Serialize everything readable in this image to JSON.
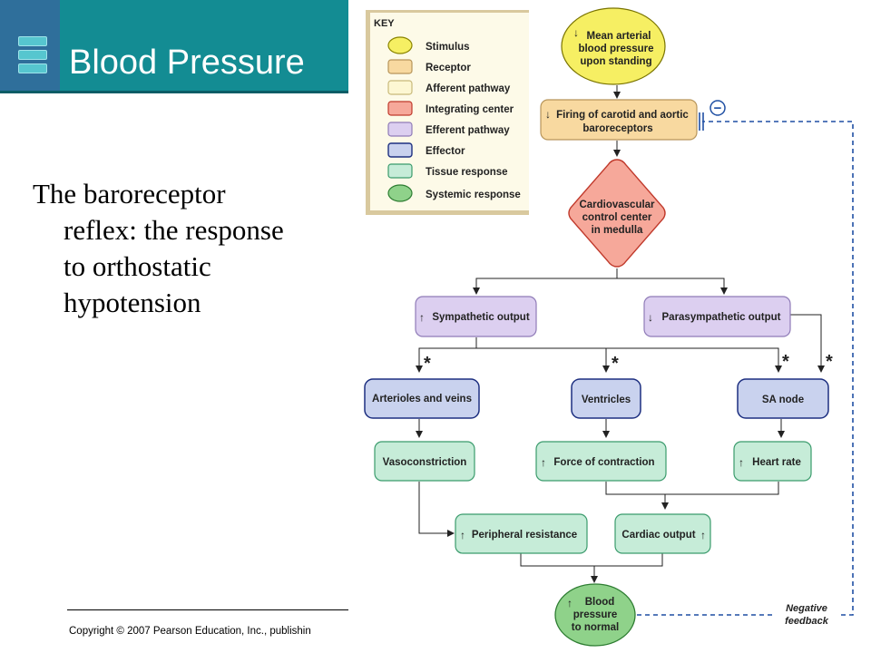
{
  "slide": {
    "title": "Blood Pressure",
    "body_lines": [
      "The baroreceptor",
      "reflex:  the response",
      "to orthostatic",
      "hypotension"
    ],
    "footer": "Copyright © 2007 Pearson Education, Inc., publishin"
  },
  "key": {
    "heading": "KEY",
    "items": [
      {
        "label": "Stimulus",
        "color": "#f6ef63"
      },
      {
        "label": "Receptor",
        "color": "#f8d9a0"
      },
      {
        "label": "Afferent pathway",
        "color": "#fdf7d3"
      },
      {
        "label": "Integrating center",
        "color": "#f6a89a"
      },
      {
        "label": "Efferent pathway",
        "color": "#dccff0"
      },
      {
        "label": "Effector",
        "color": "#c9d2ee"
      },
      {
        "label": "Tissue response",
        "color": "#c6ecd8"
      },
      {
        "label": "Systemic response",
        "color": "#8fd28a"
      }
    ]
  },
  "flow": {
    "stimulus": [
      "Mean arterial",
      "blood pressure",
      "upon standing"
    ],
    "receptor": [
      "Firing of carotid and aortic",
      "baroreceptors"
    ],
    "center": [
      "Cardiovascular",
      "control center",
      "in medulla"
    ],
    "sympathetic": "Sympathetic output",
    "parasympathetic": "Parasympathetic output",
    "arterioles": "Arterioles and veins",
    "ventricles": "Ventricles",
    "sa_node": "SA node",
    "vasoconstriction": "Vasoconstriction",
    "force": "Force of contraction",
    "heart_rate": "Heart rate",
    "peripheral": "Peripheral resistance",
    "cardiac": "Cardiac output",
    "result": [
      "Blood",
      "pressure",
      "to normal"
    ],
    "minus_sign": "−",
    "asterisk": "*",
    "negative_feedback": [
      "Negative",
      "feedback"
    ],
    "up_arrow": "↑",
    "down_arrow": "↓"
  }
}
